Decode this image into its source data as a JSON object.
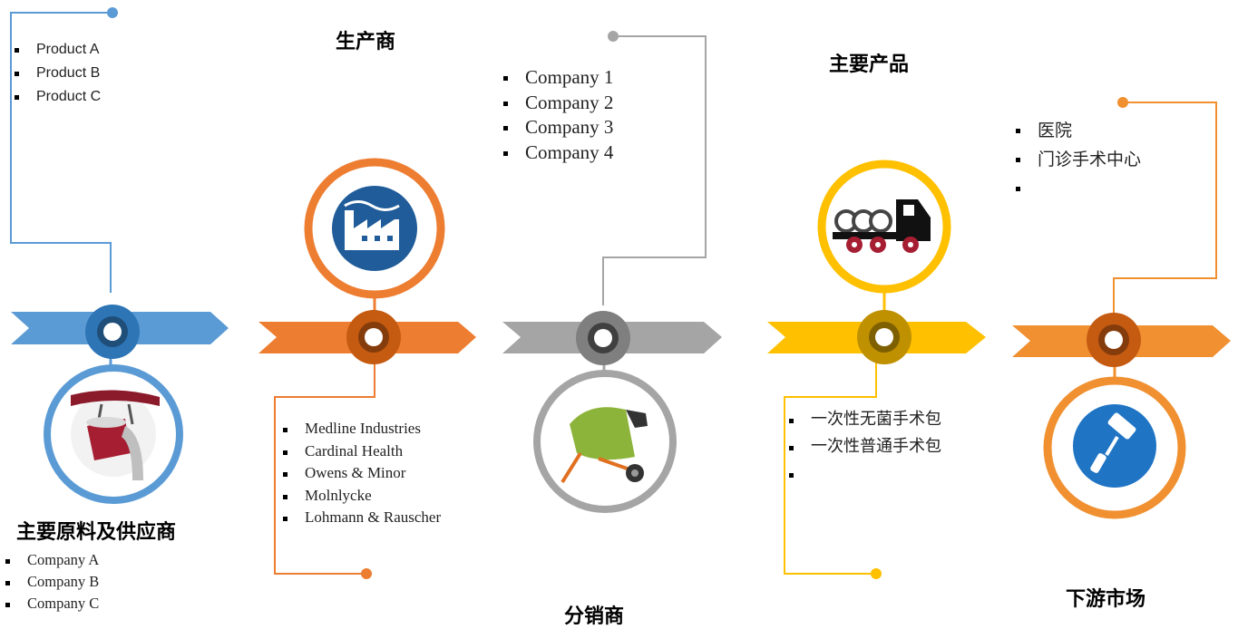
{
  "stages": [
    {
      "title": "主要原料及供应商",
      "icon": "pouring-ladle-icon",
      "color": "#5B9BD5",
      "top_list": [
        "Product A",
        "Product B",
        "Product C"
      ],
      "bottom_list": [
        "Company A",
        "Company B",
        "Company C"
      ]
    },
    {
      "title": "生产商",
      "icon": "factory-icon",
      "color": "#ED7D31",
      "list": [
        "Medline Industries",
        "Cardinal Health",
        "Owens & Minor",
        "Molnlycke",
        "Lohmann & Rauscher"
      ]
    },
    {
      "title": "分销商",
      "icon": "cement-mixer-icon",
      "color": "#A5A5A5",
      "list": [
        "Company 1",
        "Company 2",
        "Company 3",
        "Company 4"
      ]
    },
    {
      "title": "主要产品",
      "icon": "truck-icon",
      "color": "#FFC000",
      "list": [
        "一次性无菌手术包",
        "一次性普通手术包",
        ""
      ]
    },
    {
      "title": "下游市场",
      "icon": "paint-roller-icon",
      "color": "#F09030",
      "list": [
        "医院",
        "门诊手术中心",
        ""
      ]
    }
  ]
}
